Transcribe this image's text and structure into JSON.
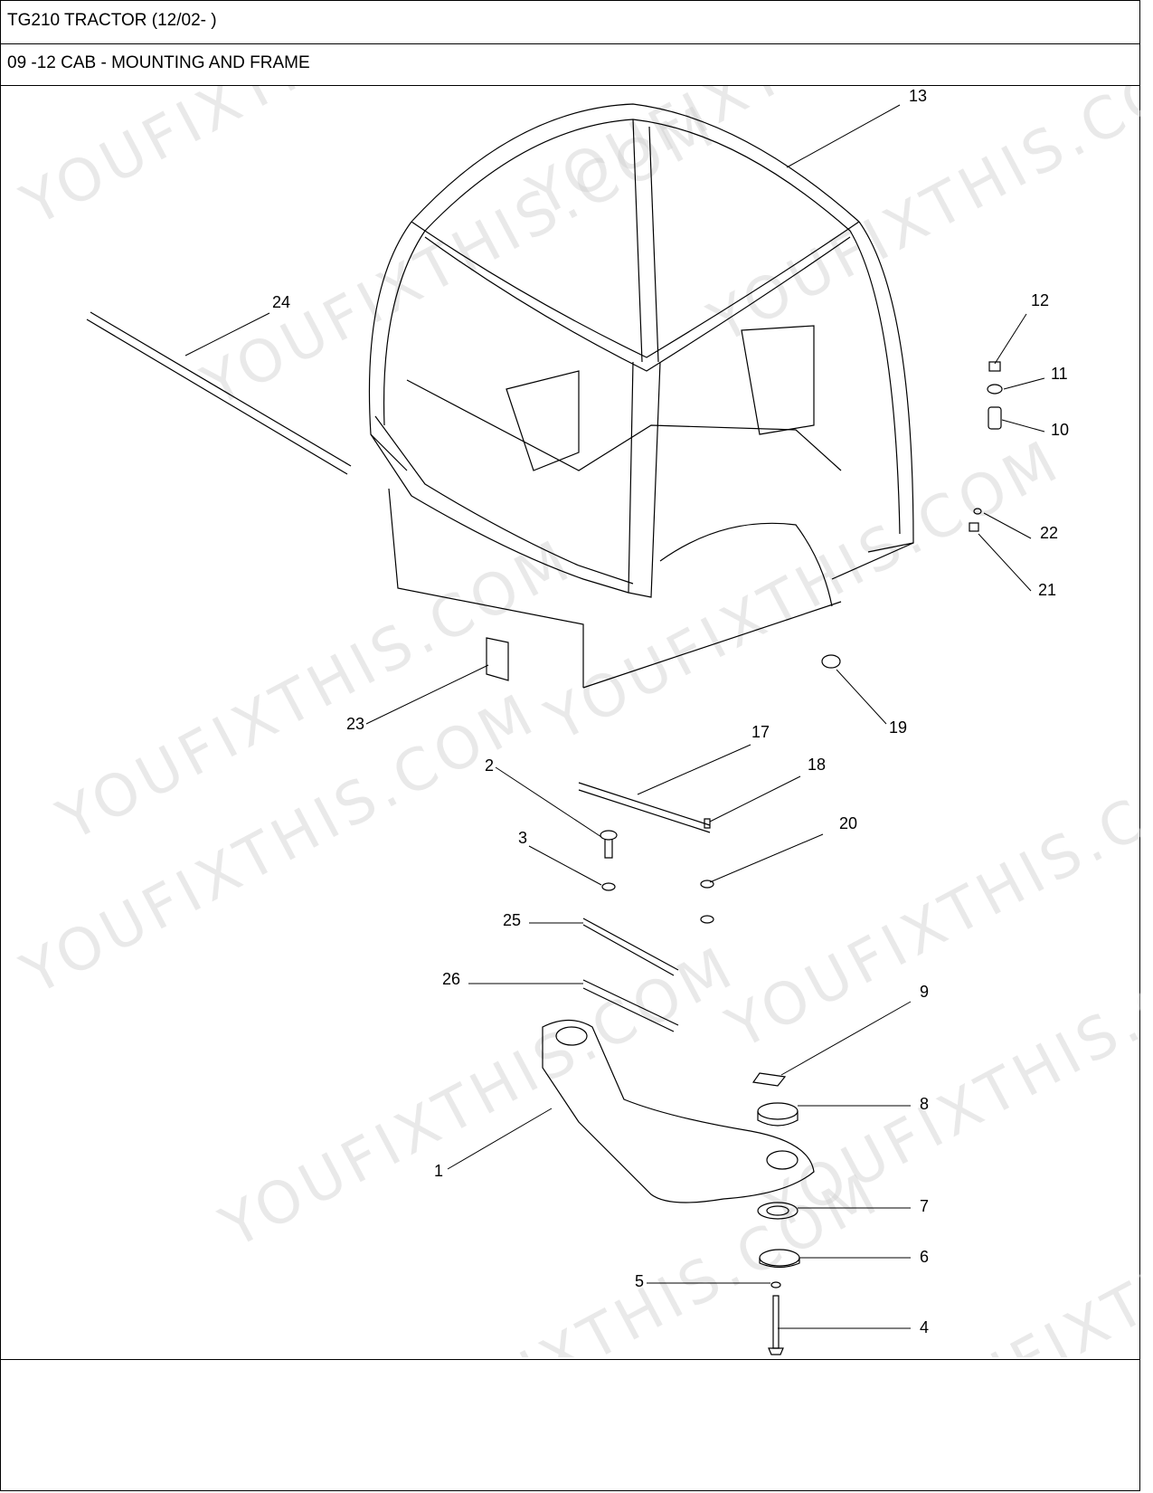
{
  "header": {
    "title": "TG210 TRACTOR (12/02- )",
    "section": "09 -12 CAB - MOUNTING AND FRAME"
  },
  "watermark": "YOUFIXTHIS.COM",
  "callouts": [
    "1",
    "2",
    "3",
    "4",
    "5",
    "6",
    "7",
    "8",
    "9",
    "10",
    "11",
    "12",
    "13",
    "17",
    "18",
    "19",
    "20",
    "21",
    "22",
    "23",
    "24",
    "25",
    "26"
  ]
}
